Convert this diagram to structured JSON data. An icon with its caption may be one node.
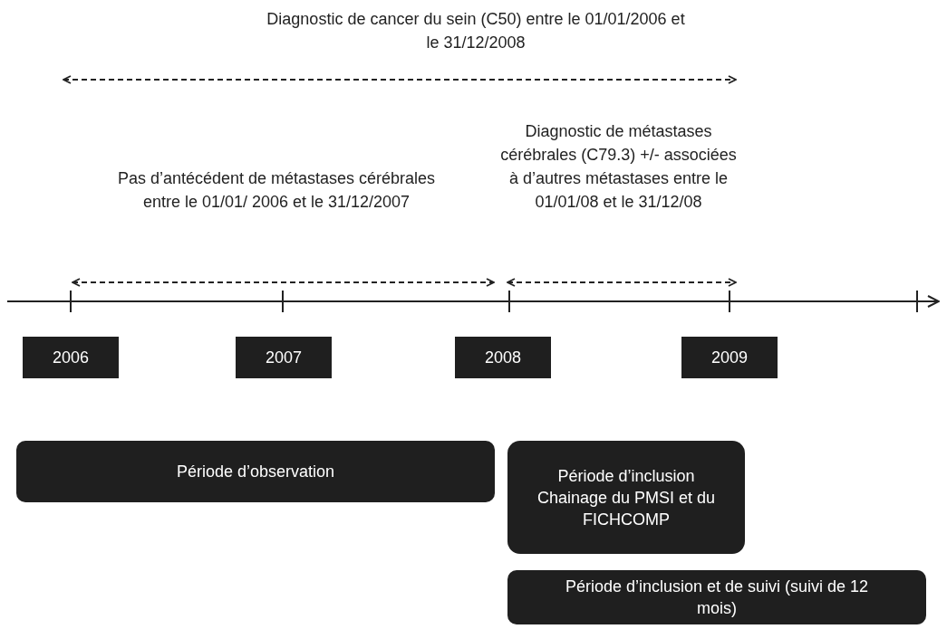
{
  "diagram": {
    "nodes": [
      {
        "text": [
          "2006"
        ]
      },
      {
        "text": [
          "2007"
        ]
      },
      {
        "text": [
          "2008"
        ]
      },
      {
        "text": [
          "2009"
        ]
      },
      {
        "text": [
          "Période d’observation"
        ]
      },
      {
        "text": [
          "Période d’inclusion Chainage du PMSI et du FICHCOMP"
        ]
      },
      {
        "text": [
          "Période d’inclusion et de suivi (suivi de 12 mois)"
        ]
      }
    ],
    "labels": [
      "Diagnostic de cancer du sein (C50) entre le 01/01/2006 et le 31/12/2008",
      "Pas d’antécédent de métastases cérébrales entre le 01/01/ 2006 et le 31/12/2007",
      "Diagnostic de métastases cérébrales (C79.3) +/- associées à d’autres métastases entre le 01/01/08 et le 31/12/08"
    ]
  }
}
